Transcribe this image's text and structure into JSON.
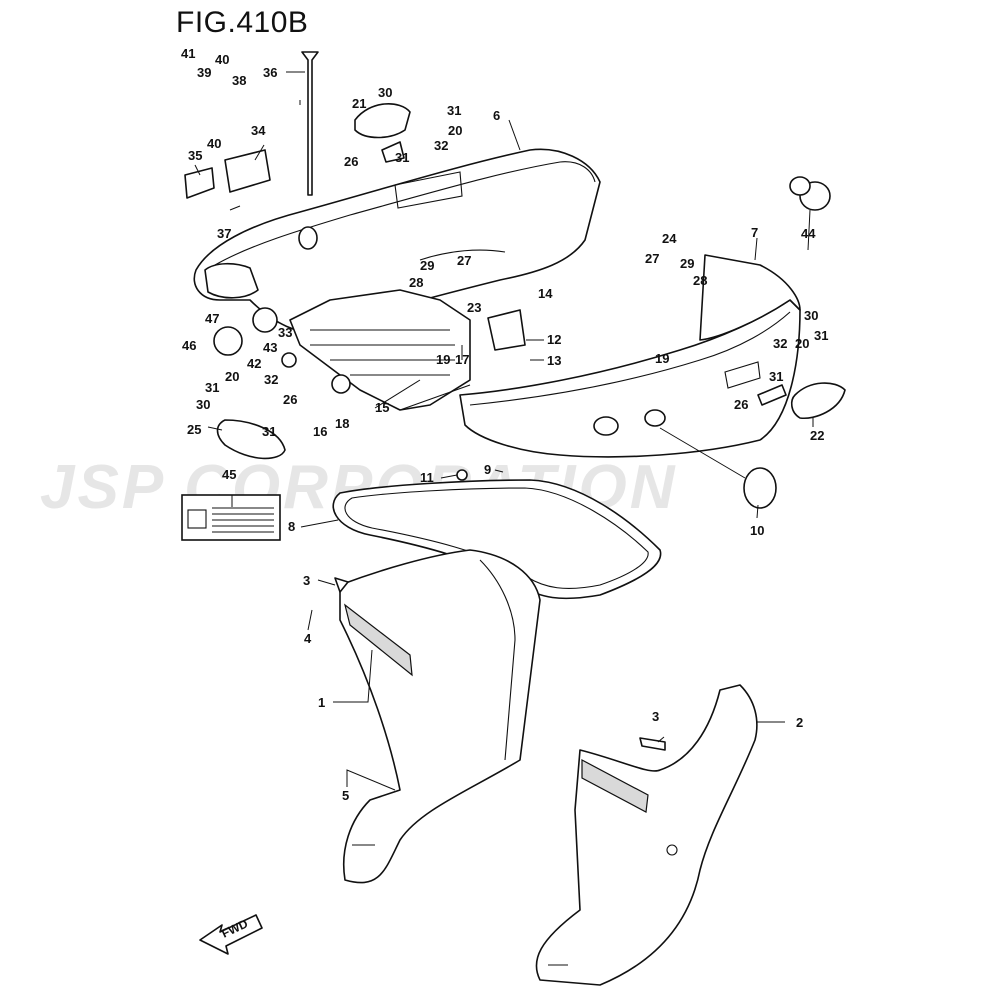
{
  "figure": {
    "title": "FIG.410B",
    "watermark": "JSP CORPORATION",
    "direction_label": "FWD"
  },
  "callouts": [
    {
      "id": "41",
      "text": "41"
    },
    {
      "id": "39",
      "text": "39"
    },
    {
      "id": "40a",
      "text": "40"
    },
    {
      "id": "38",
      "text": "38"
    },
    {
      "id": "40b",
      "text": "40"
    },
    {
      "id": "36",
      "text": "36"
    },
    {
      "id": "34",
      "text": "34"
    },
    {
      "id": "35",
      "text": "35"
    },
    {
      "id": "37",
      "text": "37"
    },
    {
      "id": "21",
      "text": "21"
    },
    {
      "id": "30a",
      "text": "30"
    },
    {
      "id": "31a",
      "text": "31"
    },
    {
      "id": "20a",
      "text": "20"
    },
    {
      "id": "32a",
      "text": "32"
    },
    {
      "id": "26a",
      "text": "26"
    },
    {
      "id": "31b",
      "text": "31"
    },
    {
      "id": "6",
      "text": "6"
    },
    {
      "id": "44",
      "text": "44"
    },
    {
      "id": "29a",
      "text": "29"
    },
    {
      "id": "27a",
      "text": "27"
    },
    {
      "id": "28a",
      "text": "28"
    },
    {
      "id": "23",
      "text": "23"
    },
    {
      "id": "14",
      "text": "14"
    },
    {
      "id": "12",
      "text": "12"
    },
    {
      "id": "13",
      "text": "13"
    },
    {
      "id": "24",
      "text": "24"
    },
    {
      "id": "7",
      "text": "7"
    },
    {
      "id": "27b",
      "text": "27"
    },
    {
      "id": "29b",
      "text": "29"
    },
    {
      "id": "28b",
      "text": "28"
    },
    {
      "id": "19a",
      "text": "19"
    },
    {
      "id": "30b",
      "text": "30"
    },
    {
      "id": "31c",
      "text": "31"
    },
    {
      "id": "32b",
      "text": "32"
    },
    {
      "id": "20b",
      "text": "20"
    },
    {
      "id": "31d",
      "text": "31"
    },
    {
      "id": "26b",
      "text": "26"
    },
    {
      "id": "22",
      "text": "22"
    },
    {
      "id": "47",
      "text": "47"
    },
    {
      "id": "46",
      "text": "46"
    },
    {
      "id": "33",
      "text": "33"
    },
    {
      "id": "43",
      "text": "43"
    },
    {
      "id": "42",
      "text": "42"
    },
    {
      "id": "19b",
      "text": "19"
    },
    {
      "id": "17",
      "text": "17"
    },
    {
      "id": "31e",
      "text": "31"
    },
    {
      "id": "20c",
      "text": "20"
    },
    {
      "id": "32c",
      "text": "32"
    },
    {
      "id": "30c",
      "text": "30"
    },
    {
      "id": "26c",
      "text": "26"
    },
    {
      "id": "31f",
      "text": "31"
    },
    {
      "id": "25",
      "text": "25"
    },
    {
      "id": "16",
      "text": "16"
    },
    {
      "id": "18",
      "text": "18"
    },
    {
      "id": "15",
      "text": "15"
    },
    {
      "id": "45",
      "text": "45"
    },
    {
      "id": "11",
      "text": "11"
    },
    {
      "id": "9",
      "text": "9"
    },
    {
      "id": "10",
      "text": "10"
    },
    {
      "id": "8",
      "text": "8"
    },
    {
      "id": "3a",
      "text": "3"
    },
    {
      "id": "4",
      "text": "4"
    },
    {
      "id": "1",
      "text": "1"
    },
    {
      "id": "5",
      "text": "5"
    },
    {
      "id": "3b",
      "text": "3"
    },
    {
      "id": "2",
      "text": "2"
    }
  ]
}
